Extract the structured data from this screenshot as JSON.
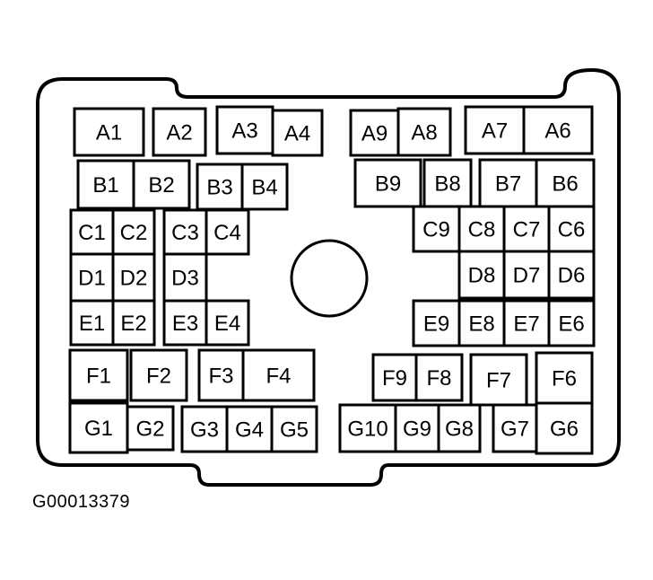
{
  "figure_id": "G00013379",
  "cells": {
    "A1": "A1",
    "A2": "A2",
    "A3": "A3",
    "A4": "A4",
    "A9": "A9",
    "A8": "A8",
    "A7": "A7",
    "A6": "A6",
    "B1": "B1",
    "B2": "B2",
    "B3": "B3",
    "B4": "B4",
    "B9": "B9",
    "B8": "B8",
    "B7": "B7",
    "B6": "B6",
    "C1": "C1",
    "C2": "C2",
    "C3": "C3",
    "C4": "C4",
    "C9": "C9",
    "C8": "C8",
    "C7": "C7",
    "C6": "C6",
    "D1": "D1",
    "D2": "D2",
    "D3": "D3",
    "D8": "D8",
    "D7": "D7",
    "D6": "D6",
    "E1": "E1",
    "E2": "E2",
    "E3": "E3",
    "E4": "E4",
    "E9": "E9",
    "E8": "E8",
    "E7": "E7",
    "E6": "E6",
    "F1": "F1",
    "F2": "F2",
    "F3": "F3",
    "F4": "F4",
    "F9": "F9",
    "F8": "F8",
    "F7": "F7",
    "F6": "F6",
    "G1": "G1",
    "G2": "G2",
    "G3": "G3",
    "G4": "G4",
    "G5": "G5",
    "G10": "G10",
    "G9": "G9",
    "G8": "G8",
    "G7": "G7",
    "G6": "G6"
  }
}
